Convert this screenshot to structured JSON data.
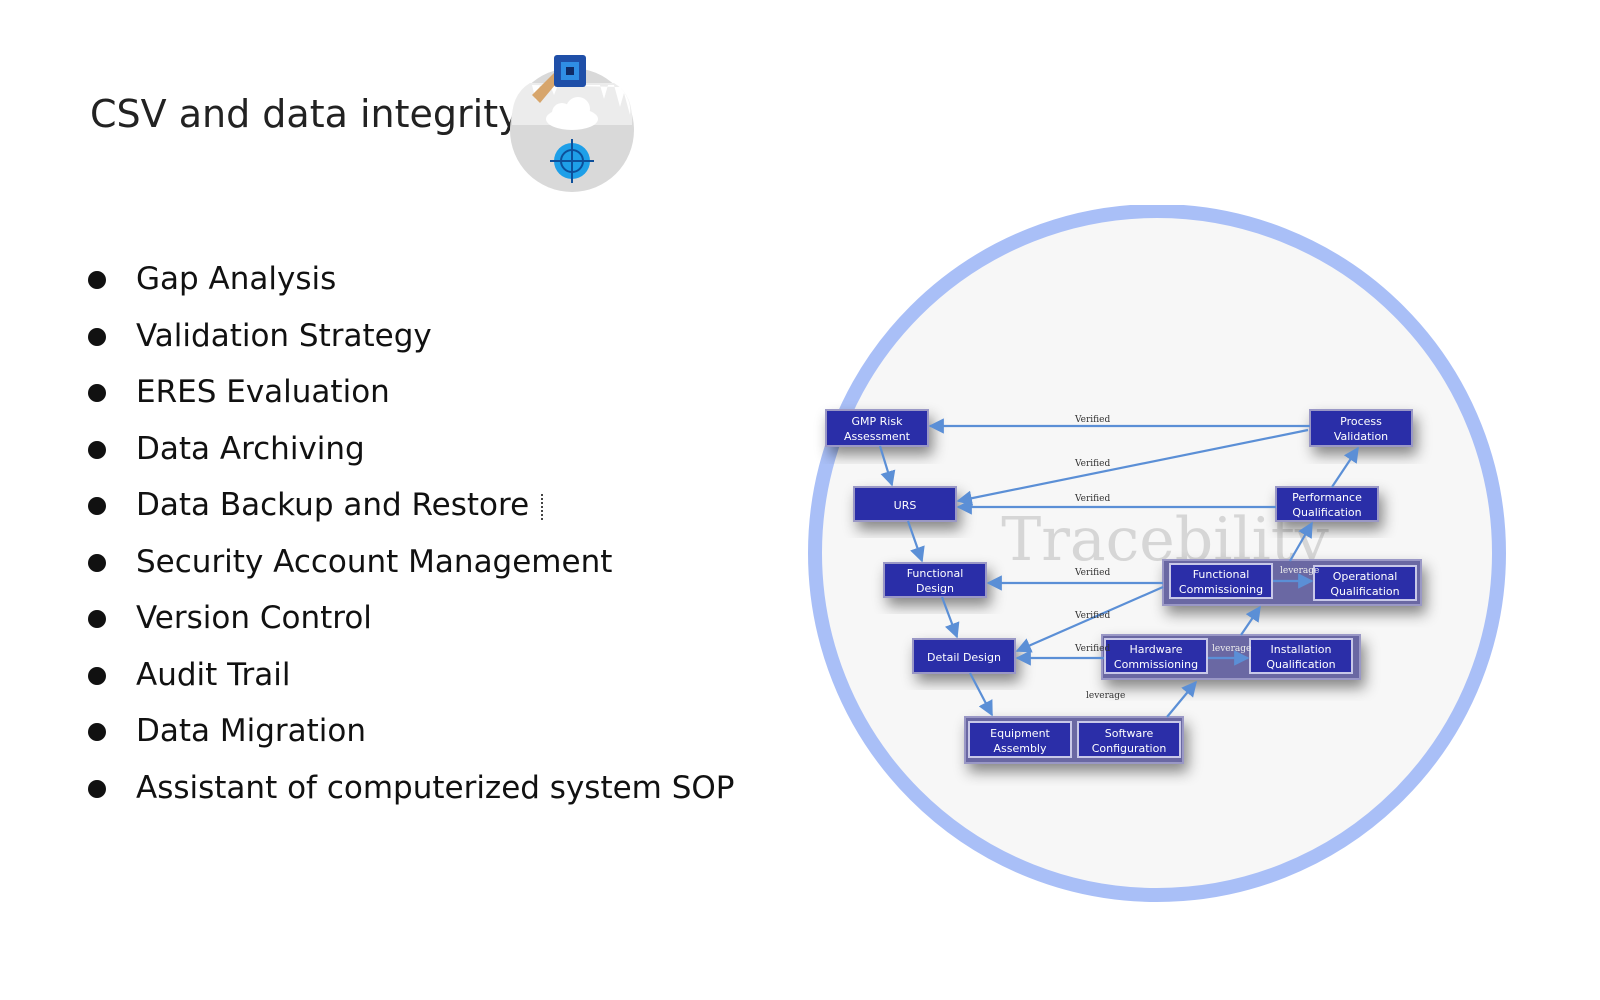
{
  "title": "CSV and data integrity",
  "title_icon": "cloud-computing-icon",
  "bullets": [
    "Gap Analysis",
    "Validation Strategy",
    "ERES Evaluation",
    "Data Archiving",
    "Data Backup and Restore",
    "Security Account Management",
    "Version Control",
    "Audit Trail",
    "Data Migration",
    "Assistant of computerized system SOP"
  ],
  "diagram": {
    "watermark": "Tracebility",
    "nodes": {
      "gmp_risk": [
        "GMP Risk",
        "Assessment"
      ],
      "process_validation": [
        "Process",
        "Validation"
      ],
      "urs": [
        "URS"
      ],
      "performance_qualification": [
        "Performance",
        "Qualification"
      ],
      "functional_design": [
        "Functional",
        "Design"
      ],
      "functional_commissioning": [
        "Functional",
        "Commissioning"
      ],
      "operational_qualification": [
        "Operational",
        "Qualification"
      ],
      "detail_design": [
        "Detail Design"
      ],
      "hardware_commissioning": [
        "Hardware",
        "Commissioning"
      ],
      "installation_qualification": [
        "Installation",
        "Qualification"
      ],
      "equipment_assembly": [
        "Equipment",
        "Assembly"
      ],
      "software_configuration": [
        "Software",
        "Configuration"
      ]
    },
    "edge_labels": {
      "verified_1": "Verified",
      "verified_2": "Verified",
      "verified_3": "Verified",
      "verified_4": "Verified",
      "verified_5": "Verified",
      "verified_6": "Verified",
      "leverage_1": "leverage",
      "leverage_2": "leverage",
      "leverage_3": "leverage"
    },
    "colors": {
      "ring": "#a9bff7",
      "node_fill": "#2b2ea8",
      "group_fill": "#6b67a3",
      "arrow": "#5b8fd6",
      "watermark": "#d8d8d8"
    }
  }
}
